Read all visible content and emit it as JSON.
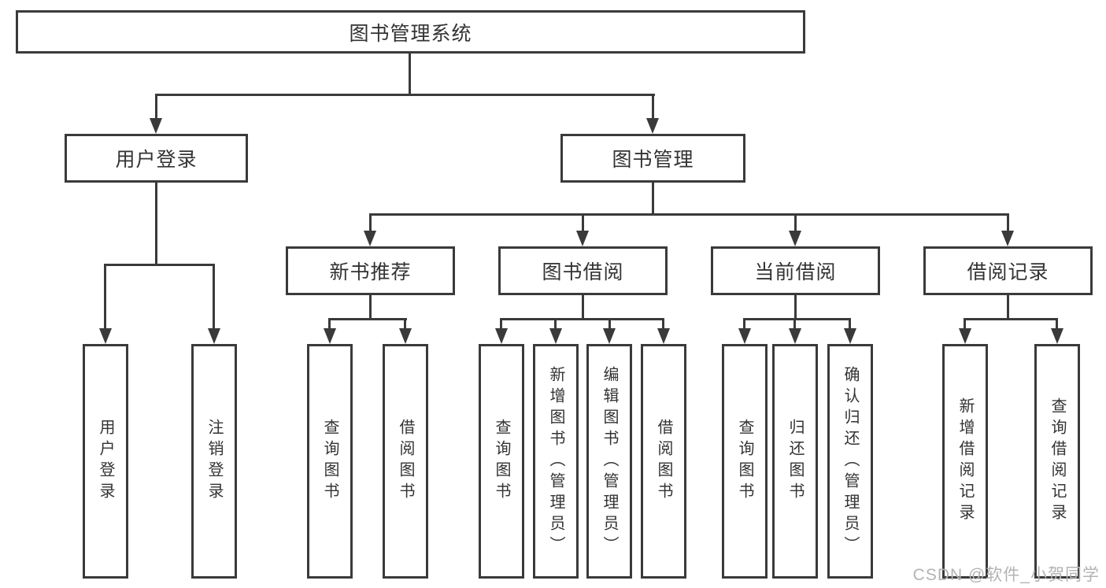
{
  "diagram": {
    "root": {
      "label": "图书管理系统"
    },
    "branches": [
      {
        "label": "用户登录",
        "leaves": [
          "用户登录",
          "注销登录"
        ]
      },
      {
        "label": "图书管理",
        "groups": [
          {
            "label": "新书推荐",
            "leaves": [
              "查询图书",
              "借阅图书"
            ]
          },
          {
            "label": "图书借阅",
            "leaves": [
              "查询图书",
              "新增图书（管理员）",
              "编辑图书（管理员）",
              "借阅图书"
            ]
          },
          {
            "label": "当前借阅",
            "leaves": [
              "查询图书",
              "归还图书",
              "确认归还（管理员）"
            ]
          },
          {
            "label": "借阅记录",
            "leaves": [
              "新增借阅记录",
              "查询借阅记录"
            ]
          }
        ]
      }
    ]
  },
  "watermark": "CSDN @软件_小贺同学",
  "colors": {
    "line": "#3a3a3a",
    "text": "#333333",
    "background": "#ffffff",
    "watermark": "#b3b3b3"
  }
}
